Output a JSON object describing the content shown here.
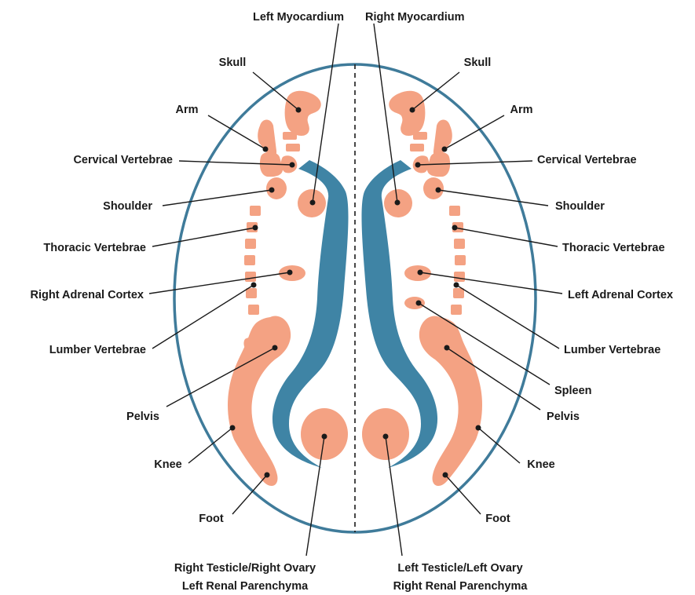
{
  "colors": {
    "organ": "#f4a283",
    "vessel": "#3f84a5",
    "outline": "#3f7b9a",
    "text": "#1a1a1a"
  },
  "labels": {
    "left_myocardium": "Left Myocardium",
    "right_myocardium": "Right Myocardium",
    "skull_left": "Skull",
    "skull_right": "Skull",
    "arm_left": "Arm",
    "arm_right": "Arm",
    "cervical_left": "Cervical Vertebrae",
    "cervical_right": "Cervical Vertebrae",
    "shoulder_left": "Shoulder",
    "shoulder_right": "Shoulder",
    "thoracic_left": "Thoracic Vertebrae",
    "thoracic_right": "Thoracic Vertebrae",
    "right_adrenal": "Right Adrenal Cortex",
    "left_adrenal": "Left Adrenal Cortex",
    "lumber_left": "Lumber Vertebrae",
    "lumber_right": "Lumber Vertebrae",
    "spleen": "Spleen",
    "pelvis_left": "Pelvis",
    "pelvis_right": "Pelvis",
    "knee_left": "Knee",
    "knee_right": "Knee",
    "foot_left": "Foot",
    "foot_right": "Foot",
    "bottom_left_line1": "Right Testicle/Right Ovary",
    "bottom_left_line2": "Left Renal Parenchyma",
    "bottom_right_line1": "Left Testicle/Left Ovary",
    "bottom_right_line2": "Right Renal Parenchyma"
  }
}
